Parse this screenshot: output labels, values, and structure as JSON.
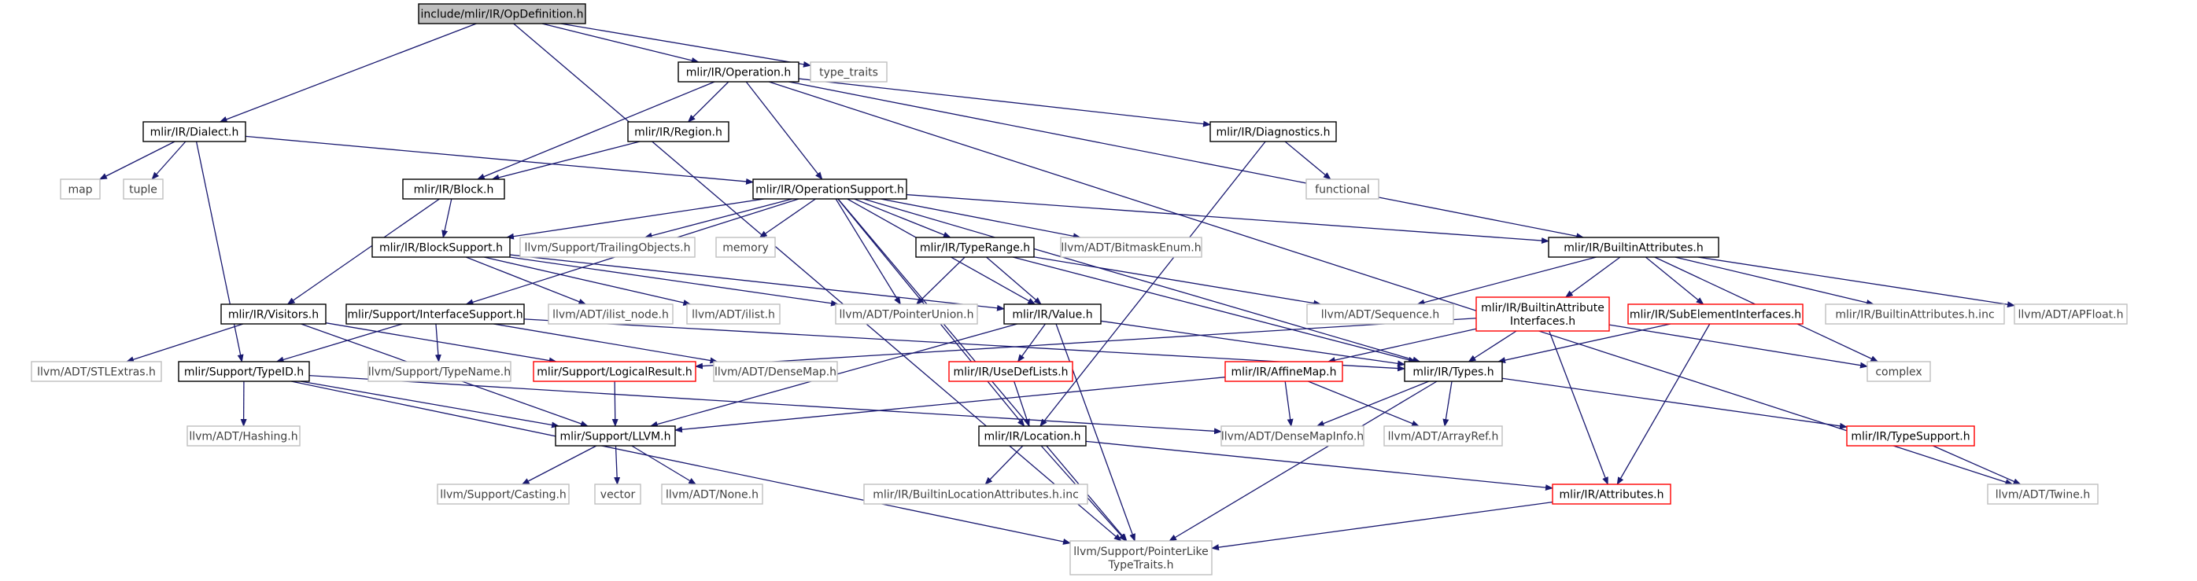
{
  "colors": {
    "edge": "#191970",
    "root_fill": "#bfbfbf",
    "root_border": "#000000",
    "normal_border": "#000000",
    "missing_border": "#bfbfbf",
    "missing_text": "#3f3f3f",
    "truncated_border": "#ff0000",
    "text": "#000000"
  },
  "nodes": [
    {
      "id": "opdef",
      "lines": [
        "include/mlir/IR/OpDefinition.h"
      ],
      "kind": "root"
    },
    {
      "id": "operation",
      "lines": [
        "mlir/IR/Operation.h"
      ],
      "kind": "normal"
    },
    {
      "id": "type_traits",
      "lines": [
        "type_traits"
      ],
      "kind": "missing"
    },
    {
      "id": "dialect",
      "lines": [
        "mlir/IR/Dialect.h"
      ],
      "kind": "normal"
    },
    {
      "id": "region",
      "lines": [
        "mlir/IR/Region.h"
      ],
      "kind": "normal"
    },
    {
      "id": "diagnostics",
      "lines": [
        "mlir/IR/Diagnostics.h"
      ],
      "kind": "normal"
    },
    {
      "id": "map",
      "lines": [
        "map"
      ],
      "kind": "missing"
    },
    {
      "id": "tuple",
      "lines": [
        "tuple"
      ],
      "kind": "missing"
    },
    {
      "id": "block",
      "lines": [
        "mlir/IR/Block.h"
      ],
      "kind": "normal"
    },
    {
      "id": "opsupport",
      "lines": [
        "mlir/IR/OperationSupport.h"
      ],
      "kind": "normal"
    },
    {
      "id": "functional",
      "lines": [
        "functional"
      ],
      "kind": "missing"
    },
    {
      "id": "blocksupport",
      "lines": [
        "mlir/IR/BlockSupport.h"
      ],
      "kind": "normal"
    },
    {
      "id": "trailing",
      "lines": [
        "llvm/Support/TrailingObjects.h"
      ],
      "kind": "missing"
    },
    {
      "id": "memory",
      "lines": [
        "memory"
      ],
      "kind": "missing"
    },
    {
      "id": "typerange",
      "lines": [
        "mlir/IR/TypeRange.h"
      ],
      "kind": "normal"
    },
    {
      "id": "bitmask",
      "lines": [
        "llvm/ADT/BitmaskEnum.h"
      ],
      "kind": "missing"
    },
    {
      "id": "builtinattrs",
      "lines": [
        "mlir/IR/BuiltinAttributes.h"
      ],
      "kind": "normal"
    },
    {
      "id": "visitors",
      "lines": [
        "mlir/IR/Visitors.h"
      ],
      "kind": "normal"
    },
    {
      "id": "ifacesupport",
      "lines": [
        "mlir/Support/InterfaceSupport.h"
      ],
      "kind": "normal"
    },
    {
      "id": "ilistnode",
      "lines": [
        "llvm/ADT/ilist_node.h"
      ],
      "kind": "missing"
    },
    {
      "id": "ilist",
      "lines": [
        "llvm/ADT/ilist.h"
      ],
      "kind": "missing"
    },
    {
      "id": "ptrunion",
      "lines": [
        "llvm/ADT/PointerUnion.h"
      ],
      "kind": "missing"
    },
    {
      "id": "value",
      "lines": [
        "mlir/IR/Value.h"
      ],
      "kind": "normal"
    },
    {
      "id": "sequence",
      "lines": [
        "llvm/ADT/Sequence.h"
      ],
      "kind": "missing"
    },
    {
      "id": "baifaces",
      "lines": [
        "mlir/IR/BuiltinAttribute",
        "Interfaces.h"
      ],
      "kind": "truncated"
    },
    {
      "id": "subelem",
      "lines": [
        "mlir/IR/SubElementInterfaces.h"
      ],
      "kind": "truncated"
    },
    {
      "id": "battrsinc",
      "lines": [
        "mlir/IR/BuiltinAttributes.h.inc"
      ],
      "kind": "missing"
    },
    {
      "id": "apfloat",
      "lines": [
        "llvm/ADT/APFloat.h"
      ],
      "kind": "missing"
    },
    {
      "id": "stlextras",
      "lines": [
        "llvm/ADT/STLExtras.h"
      ],
      "kind": "missing"
    },
    {
      "id": "typeid",
      "lines": [
        "mlir/Support/TypeID.h"
      ],
      "kind": "normal"
    },
    {
      "id": "typename",
      "lines": [
        "llvm/Support/TypeName.h"
      ],
      "kind": "missing"
    },
    {
      "id": "logicalresult",
      "lines": [
        "mlir/Support/LogicalResult.h"
      ],
      "kind": "truncated"
    },
    {
      "id": "densemap",
      "lines": [
        "llvm/ADT/DenseMap.h"
      ],
      "kind": "missing"
    },
    {
      "id": "usedef",
      "lines": [
        "mlir/IR/UseDefLists.h"
      ],
      "kind": "truncated"
    },
    {
      "id": "affinemap",
      "lines": [
        "mlir/IR/AffineMap.h"
      ],
      "kind": "truncated"
    },
    {
      "id": "types",
      "lines": [
        "mlir/IR/Types.h"
      ],
      "kind": "normal"
    },
    {
      "id": "complex",
      "lines": [
        "complex"
      ],
      "kind": "missing"
    },
    {
      "id": "hashing",
      "lines": [
        "llvm/ADT/Hashing.h"
      ],
      "kind": "missing"
    },
    {
      "id": "llvmh",
      "lines": [
        "mlir/Support/LLVM.h"
      ],
      "kind": "normal"
    },
    {
      "id": "location",
      "lines": [
        "mlir/IR/Location.h"
      ],
      "kind": "normal"
    },
    {
      "id": "densemapinfo",
      "lines": [
        "llvm/ADT/DenseMapInfo.h"
      ],
      "kind": "missing"
    },
    {
      "id": "arrayref",
      "lines": [
        "llvm/ADT/ArrayRef.h"
      ],
      "kind": "missing"
    },
    {
      "id": "typesupport",
      "lines": [
        "mlir/IR/TypeSupport.h"
      ],
      "kind": "truncated"
    },
    {
      "id": "casting",
      "lines": [
        "llvm/Support/Casting.h"
      ],
      "kind": "missing"
    },
    {
      "id": "vector",
      "lines": [
        "vector"
      ],
      "kind": "missing"
    },
    {
      "id": "none",
      "lines": [
        "llvm/ADT/None.h"
      ],
      "kind": "missing"
    },
    {
      "id": "builtinloc",
      "lines": [
        "mlir/IR/BuiltinLocationAttributes.h.inc"
      ],
      "kind": "missing"
    },
    {
      "id": "attributes",
      "lines": [
        "mlir/IR/Attributes.h"
      ],
      "kind": "truncated"
    },
    {
      "id": "twine",
      "lines": [
        "llvm/ADT/Twine.h"
      ],
      "kind": "missing"
    },
    {
      "id": "ptrlike",
      "lines": [
        "llvm/Support/PointerLike",
        "TypeTraits.h"
      ],
      "kind": "missing"
    }
  ],
  "edges": [
    [
      "opdef",
      "operation"
    ],
    [
      "opdef",
      "type_traits"
    ],
    [
      "opdef",
      "dialect"
    ],
    [
      "opdef",
      "ptrlike"
    ],
    [
      "operation",
      "region"
    ],
    [
      "operation",
      "block"
    ],
    [
      "operation",
      "opsupport"
    ],
    [
      "operation",
      "diagnostics"
    ],
    [
      "operation",
      "builtinattrs"
    ],
    [
      "operation",
      "twine"
    ],
    [
      "dialect",
      "map"
    ],
    [
      "dialect",
      "tuple"
    ],
    [
      "dialect",
      "opsupport"
    ],
    [
      "dialect",
      "typeid"
    ],
    [
      "region",
      "block"
    ],
    [
      "diagnostics",
      "functional"
    ],
    [
      "diagnostics",
      "location"
    ],
    [
      "block",
      "blocksupport"
    ],
    [
      "block",
      "visitors"
    ],
    [
      "opsupport",
      "blocksupport"
    ],
    [
      "opsupport",
      "trailing"
    ],
    [
      "opsupport",
      "memory"
    ],
    [
      "opsupport",
      "typerange"
    ],
    [
      "opsupport",
      "bitmask"
    ],
    [
      "opsupport",
      "builtinattrs"
    ],
    [
      "opsupport",
      "ifacesupport"
    ],
    [
      "opsupport",
      "ptrunion"
    ],
    [
      "opsupport",
      "value"
    ],
    [
      "opsupport",
      "location"
    ],
    [
      "opsupport",
      "types"
    ],
    [
      "opsupport",
      "ptrlike"
    ],
    [
      "blocksupport",
      "ilistnode"
    ],
    [
      "blocksupport",
      "ilist"
    ],
    [
      "blocksupport",
      "ptrunion"
    ],
    [
      "blocksupport",
      "value"
    ],
    [
      "typerange",
      "ptrunion"
    ],
    [
      "typerange",
      "value"
    ],
    [
      "typerange",
      "sequence"
    ],
    [
      "typerange",
      "types"
    ],
    [
      "builtinattrs",
      "sequence"
    ],
    [
      "builtinattrs",
      "baifaces"
    ],
    [
      "builtinattrs",
      "subelem"
    ],
    [
      "builtinattrs",
      "battrsinc"
    ],
    [
      "builtinattrs",
      "apfloat"
    ],
    [
      "builtinattrs",
      "complex"
    ],
    [
      "visitors",
      "stlextras"
    ],
    [
      "visitors",
      "logicalresult"
    ],
    [
      "visitors",
      "llvmh"
    ],
    [
      "ifacesupport",
      "typeid"
    ],
    [
      "ifacesupport",
      "typename"
    ],
    [
      "ifacesupport",
      "densemap"
    ],
    [
      "ifacesupport",
      "types"
    ],
    [
      "value",
      "usedef"
    ],
    [
      "value",
      "types"
    ],
    [
      "value",
      "llvmh"
    ],
    [
      "value",
      "ptrlike"
    ],
    [
      "baifaces",
      "logicalresult"
    ],
    [
      "baifaces",
      "affinemap"
    ],
    [
      "baifaces",
      "types"
    ],
    [
      "baifaces",
      "attributes"
    ],
    [
      "baifaces",
      "complex"
    ],
    [
      "subelem",
      "types"
    ],
    [
      "subelem",
      "attributes"
    ],
    [
      "typeid",
      "hashing"
    ],
    [
      "typeid",
      "llvmh"
    ],
    [
      "typeid",
      "densemapinfo"
    ],
    [
      "typeid",
      "ptrlike"
    ],
    [
      "logicalresult",
      "llvmh"
    ],
    [
      "usedef",
      "location"
    ],
    [
      "affinemap",
      "densemapinfo"
    ],
    [
      "affinemap",
      "arrayref"
    ],
    [
      "affinemap",
      "llvmh"
    ],
    [
      "types",
      "densemapinfo"
    ],
    [
      "types",
      "arrayref"
    ],
    [
      "types",
      "typesupport"
    ],
    [
      "types",
      "ptrlike"
    ],
    [
      "llvmh",
      "casting"
    ],
    [
      "llvmh",
      "vector"
    ],
    [
      "llvmh",
      "none"
    ],
    [
      "location",
      "builtinloc"
    ],
    [
      "location",
      "attributes"
    ],
    [
      "location",
      "ptrlike"
    ],
    [
      "typesupport",
      "twine"
    ],
    [
      "attributes",
      "ptrlike"
    ]
  ]
}
